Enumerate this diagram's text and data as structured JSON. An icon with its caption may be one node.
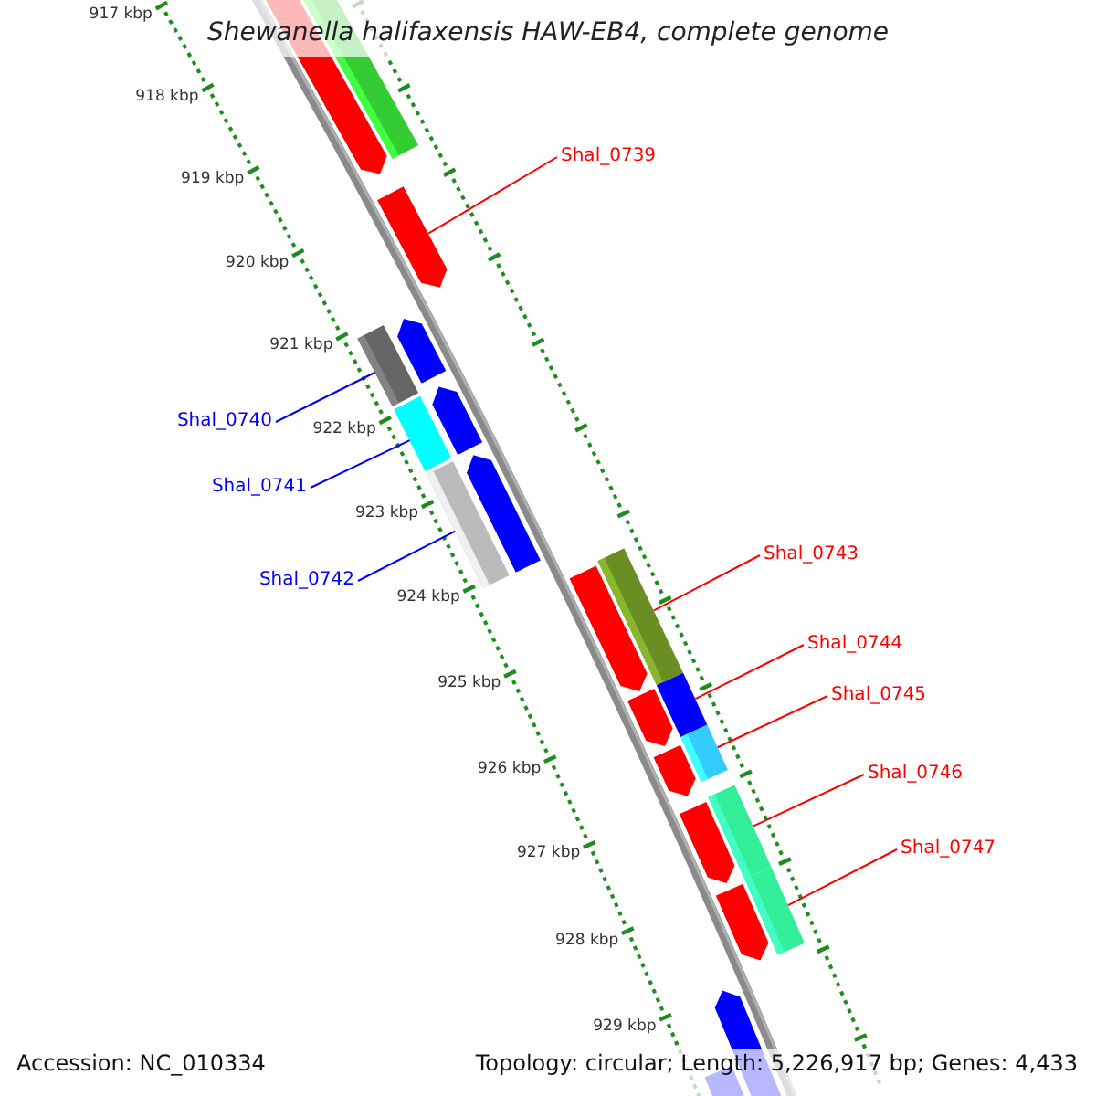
{
  "diagram": {
    "title": "Shewanella halifaxensis HAW-EB4, complete genome",
    "nodes": [
      {
        "text": [
          "Shal_0739"
        ]
      },
      {
        "text": [
          "Shal_0740"
        ]
      },
      {
        "text": [
          "Shal_0741"
        ]
      },
      {
        "text": [
          "Shal_0742"
        ]
      },
      {
        "text": [
          "Shal_0743"
        ]
      },
      {
        "text": [
          "Shal_0744"
        ]
      },
      {
        "text": [
          "Shal_0745"
        ]
      },
      {
        "text": [
          "Shal_0746"
        ]
      },
      {
        "text": [
          "Shal_0747"
        ]
      },
      {
        "text": [],
        "shape": "bar"
      },
      {
        "text": [],
        "shape": "bar"
      },
      {
        "text": [],
        "shape": "bar"
      },
      {
        "text": [],
        "shape": "bar"
      },
      {
        "text": [],
        "shape": "bar"
      },
      {
        "text": [],
        "shape": "bar"
      },
      {
        "text": [],
        "shape": "bar"
      },
      {
        "text": [],
        "shape": "bar"
      },
      {
        "text": [],
        "shape": "bar"
      }
    ],
    "edges": [
      {
        "from": 0,
        "to": 9,
        "arrow": "none"
      },
      {
        "from": 1,
        "to": 10,
        "arrow": "none",
        "color": "#0000ff"
      },
      {
        "from": 2,
        "to": 11,
        "arrow": "none",
        "color": "#0000ff"
      },
      {
        "from": 3,
        "to": 12,
        "arrow": "none",
        "color": "#0000ff"
      },
      {
        "from": 4,
        "to": 13,
        "arrow": "none"
      },
      {
        "from": 5,
        "to": 14,
        "arrow": "none"
      },
      {
        "from": 6,
        "to": 15,
        "arrow": "none"
      },
      {
        "from": 7,
        "to": 16,
        "arrow": "none"
      },
      {
        "from": 8,
        "to": 17,
        "arrow": "none"
      }
    ],
    "labels": [
      "917 kbp",
      "918 kbp",
      "919 kbp",
      "920 kbp",
      "921 kbp",
      "922 kbp",
      "923 kbp",
      "924 kbp",
      "925 kbp",
      "926 kbp",
      "927 kbp",
      "928 kbp",
      "929 kbp",
      "Accession: NC_010334",
      "Topology: circular; Length: 5,226,917 bp; Genes: 4,433"
    ]
  }
}
